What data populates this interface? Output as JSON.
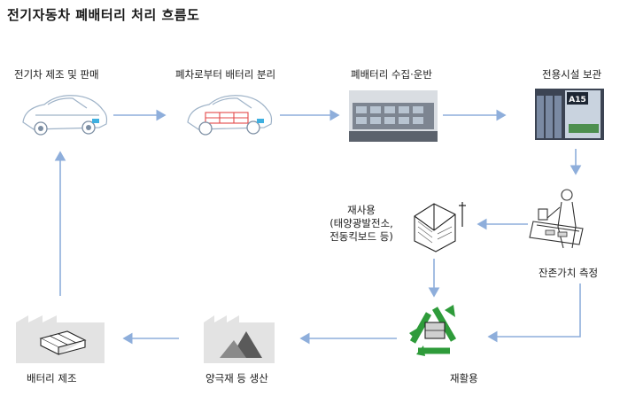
{
  "title": "전기자동차 폐배터리 처리 흐름도",
  "steps": {
    "manufacture": "전기차 제조 및 판매",
    "separate": "폐차로부터 배터리 분리",
    "collect": "폐배터리 수집·운반",
    "storage": "전용시설 보관",
    "measure": "잔존가치 측정",
    "reuse_title": "재사용",
    "reuse_detail_1": "(태양광발전소,",
    "reuse_detail_2": "전동킥보드 등)",
    "recycle": "재활용",
    "cathode": "양극재 등 생산",
    "battery": "배터리 제조"
  },
  "rack_sign": "A15",
  "colors": {
    "arrow": "#8eaedb",
    "recycle": "#2e9b3a",
    "car_line": "#9fb3c8",
    "battery_red": "#e34848"
  }
}
